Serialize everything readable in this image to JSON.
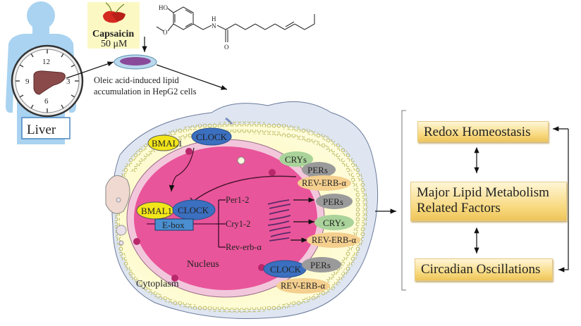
{
  "human": {
    "label": "Liver",
    "clock_numbers": [
      "12",
      "3",
      "6",
      "9"
    ]
  },
  "treatment": {
    "compound": "Capsaicin",
    "dose": "50 μM"
  },
  "structure": {
    "labels": [
      "HO",
      "H",
      "N",
      "O"
    ]
  },
  "cell_model": {
    "line1": "Oleic acid-induced lipid",
    "line2": "accumulation in HepG2 cells"
  },
  "cell": {
    "cytoplasm_label": "Cytoplasm",
    "nucleus_label": "Nucleus",
    "cyto_bmal1": "BMAL1",
    "cyto_clock": "CLOCK",
    "nuc_bmal1": "BMAL1",
    "nuc_clock": "CLOCK",
    "ebox": "E-box",
    "genes": [
      "Per1-2",
      "Cry1-2",
      "Rev-erb-α"
    ],
    "products": [
      "PERs",
      "CRYs",
      "REV-ERB-α"
    ],
    "upper_complex": [
      "CRYs",
      "PERs",
      "REV-ERB-α"
    ],
    "lower_complex": [
      "CLOCK",
      "PERs",
      "REV-ERB-α"
    ]
  },
  "outcomes": {
    "top": "Redox Homeostasis",
    "middle_line1": "Major Lipid Metabolism",
    "middle_line2": "Related Factors",
    "bottom": "Circadian Oscillations"
  },
  "colors": {
    "bmal1": "#f2e51a",
    "clock": "#3b6fbf",
    "crys": "#a9d39a",
    "pers": "#9a9a9a",
    "reverb": "#f4cf8e",
    "nucleus": "#e9559a",
    "cytoplasm": "#fbf7b4",
    "ebox": "#4a8fd0"
  }
}
